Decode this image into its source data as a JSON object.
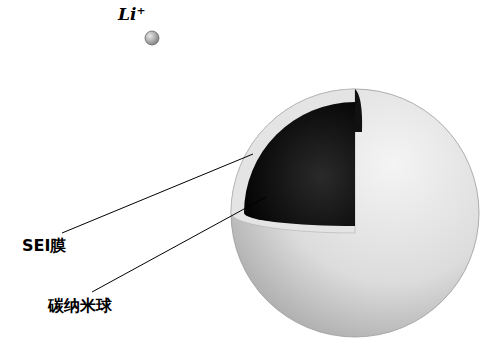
{
  "diagram": {
    "labels": [
      "Li⁺",
      "SEI膜",
      "碳纳米球"
    ]
  }
}
